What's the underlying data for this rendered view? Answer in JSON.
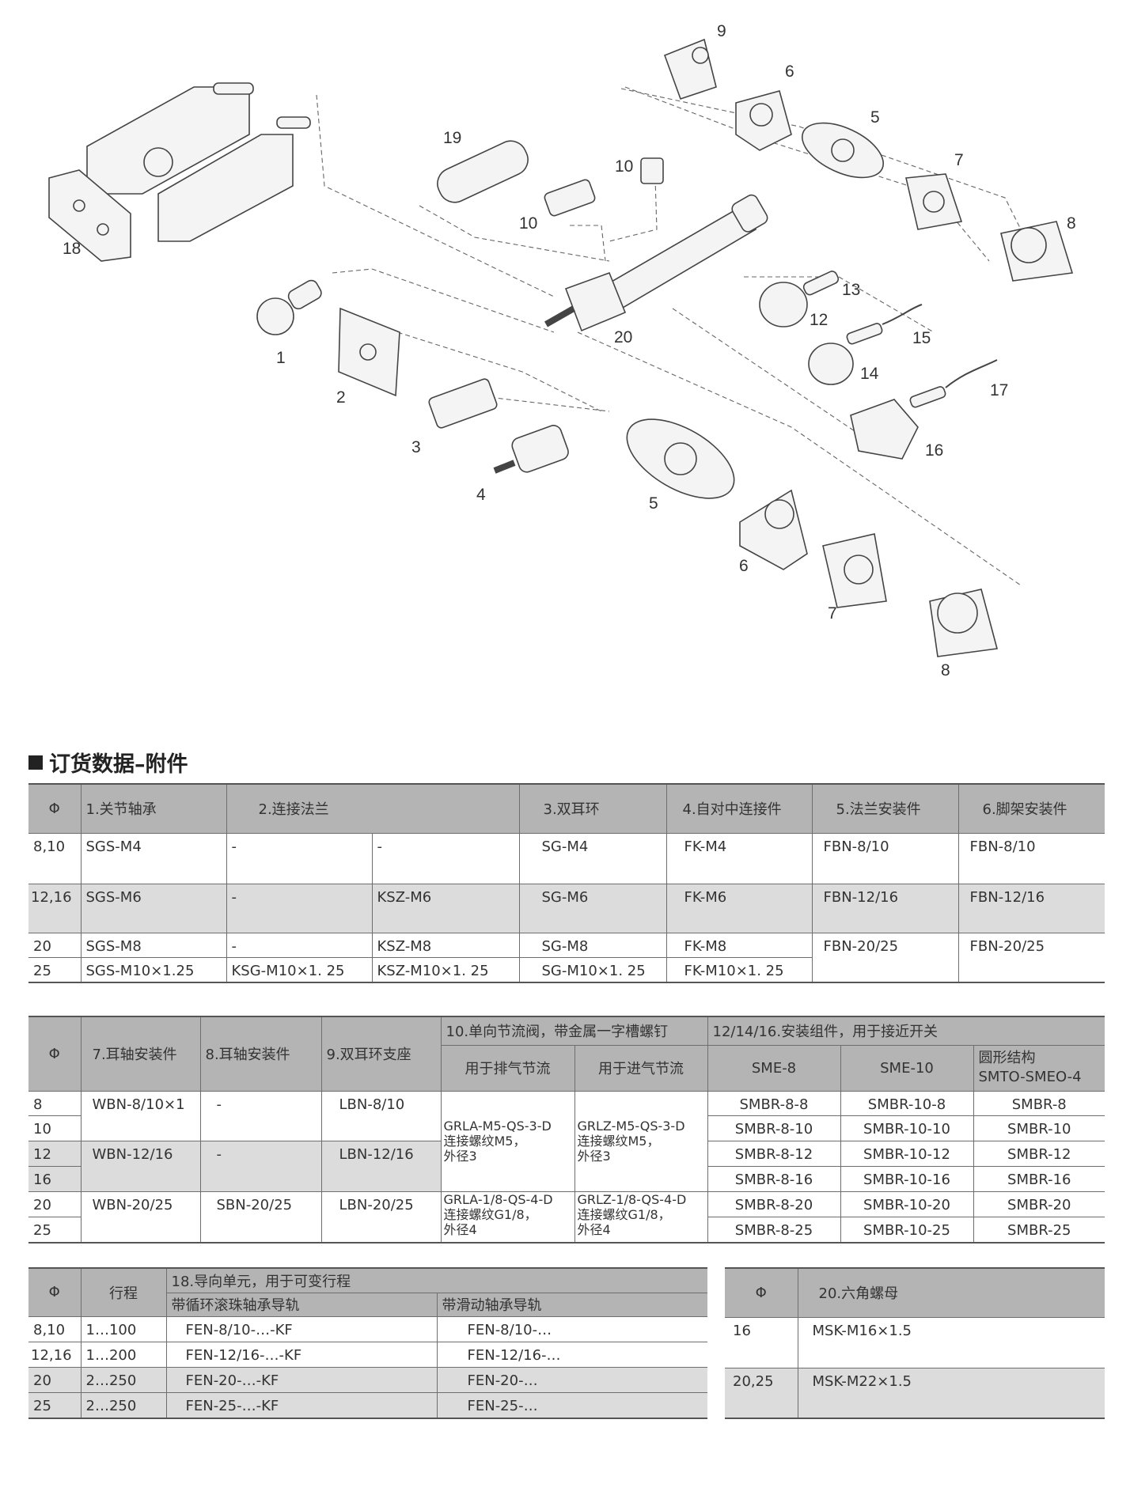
{
  "diagram": {
    "part_labels": [
      "9",
      "6",
      "5",
      "7",
      "8",
      "19",
      "10",
      "10",
      "18",
      "13",
      "12",
      "15",
      "20",
      "1",
      "2",
      "14",
      "17",
      "3",
      "16",
      "4",
      "5",
      "6",
      "7",
      "8"
    ]
  },
  "section_title": "订货数据–附件",
  "table1": {
    "headers": [
      "Φ",
      "1.关节轴承",
      "2.连接法兰",
      "3.双耳环",
      "4.自对中连接件",
      "5.法兰安装件",
      "6.脚架安装件"
    ],
    "rows": [
      [
        "8,10",
        "SGS-M4",
        "-",
        "-",
        "SG-M4",
        "FK-M4",
        "FBN-8/10",
        "FBN-8/10"
      ],
      [
        "12,16",
        "SGS-M6",
        "-",
        "KSZ-M6",
        "SG-M6",
        "FK-M6",
        "FBN-12/16",
        "FBN-12/16"
      ],
      [
        "20",
        "SGS-M8",
        "-",
        "KSZ-M8",
        "SG-M8",
        "FK-M8",
        "FBN-20/25",
        "FBN-20/25"
      ],
      [
        "25",
        "SGS-M10×1.25",
        "KSG-M10×1. 25",
        "KSZ-M10×1. 25",
        "SG-M10×1. 25",
        "FK-M10×1. 25"
      ]
    ]
  },
  "table2": {
    "headers": [
      "Φ",
      "7.耳轴安装件",
      "8.耳轴安装件",
      "9.双耳环支座",
      "10.单向节流阀，带金属一字槽螺钉",
      "12/14/16.安装组件，用于接近开关"
    ],
    "subheaders": [
      "用于排气节流",
      "用于进气节流",
      "SME-8",
      "SME-10",
      "圆形结构",
      "SMTO-SMEO-4"
    ],
    "phi": [
      "8",
      "10",
      "12",
      "16",
      "20",
      "25"
    ],
    "trunnion7": [
      "WBN-8/10×1",
      "WBN-12/16",
      "WBN-20/25"
    ],
    "trunnion8": [
      "-",
      "-",
      "SBN-20/25"
    ],
    "clevis9": [
      "LBN-8/10",
      "LBN-12/16",
      "LBN-20/25"
    ],
    "valve_exhaust": [
      [
        "GRLA-M5-QS-3-D",
        "连接螺纹M5，",
        "外径3"
      ],
      [
        "GRLA-1/8-QS-4-D",
        "连接螺纹G1/8，",
        "外径4"
      ]
    ],
    "valve_supply": [
      [
        "GRLZ-M5-QS-3-D",
        "连接螺纹M5，",
        "外径3"
      ],
      [
        "GRLZ-1/8-QS-4-D",
        "连接螺纹G1/8，",
        "外径4"
      ]
    ],
    "sme8": [
      "SMBR-8-8",
      "SMBR-8-10",
      "SMBR-8-12",
      "SMBR-8-16",
      "SMBR-8-20",
      "SMBR-8-25"
    ],
    "sme10": [
      "SMBR-10-8",
      "SMBR-10-10",
      "SMBR-10-12",
      "SMBR-10-16",
      "SMBR-10-20",
      "SMBR-10-25"
    ],
    "round": [
      "SMBR-8",
      "SMBR-10",
      "SMBR-12",
      "SMBR-16",
      "SMBR-20",
      "SMBR-25"
    ]
  },
  "table3": {
    "headers": [
      "Φ",
      "行程",
      "18.导向单元，用于可变行程"
    ],
    "subheaders": [
      "带循环滚珠轴承导轨",
      "带滑动轴承导轨"
    ],
    "rows": [
      [
        "8,10",
        "1…100",
        "FEN-8/10-…-KF",
        "FEN-8/10-…"
      ],
      [
        "12,16",
        "1…200",
        "FEN-12/16-…-KF",
        "FEN-12/16-…"
      ],
      [
        "20",
        "2…250",
        "FEN-20-…-KF",
        "FEN-20-…"
      ],
      [
        "25",
        "2…250",
        "FEN-25-…-KF",
        "FEN-25-…"
      ]
    ]
  },
  "table4": {
    "headers": [
      "Φ",
      "20.六角螺母"
    ],
    "rows": [
      [
        "16",
        "MSK-M16×1.5"
      ],
      [
        "20,25",
        "MSK-M22×1.5"
      ]
    ]
  }
}
